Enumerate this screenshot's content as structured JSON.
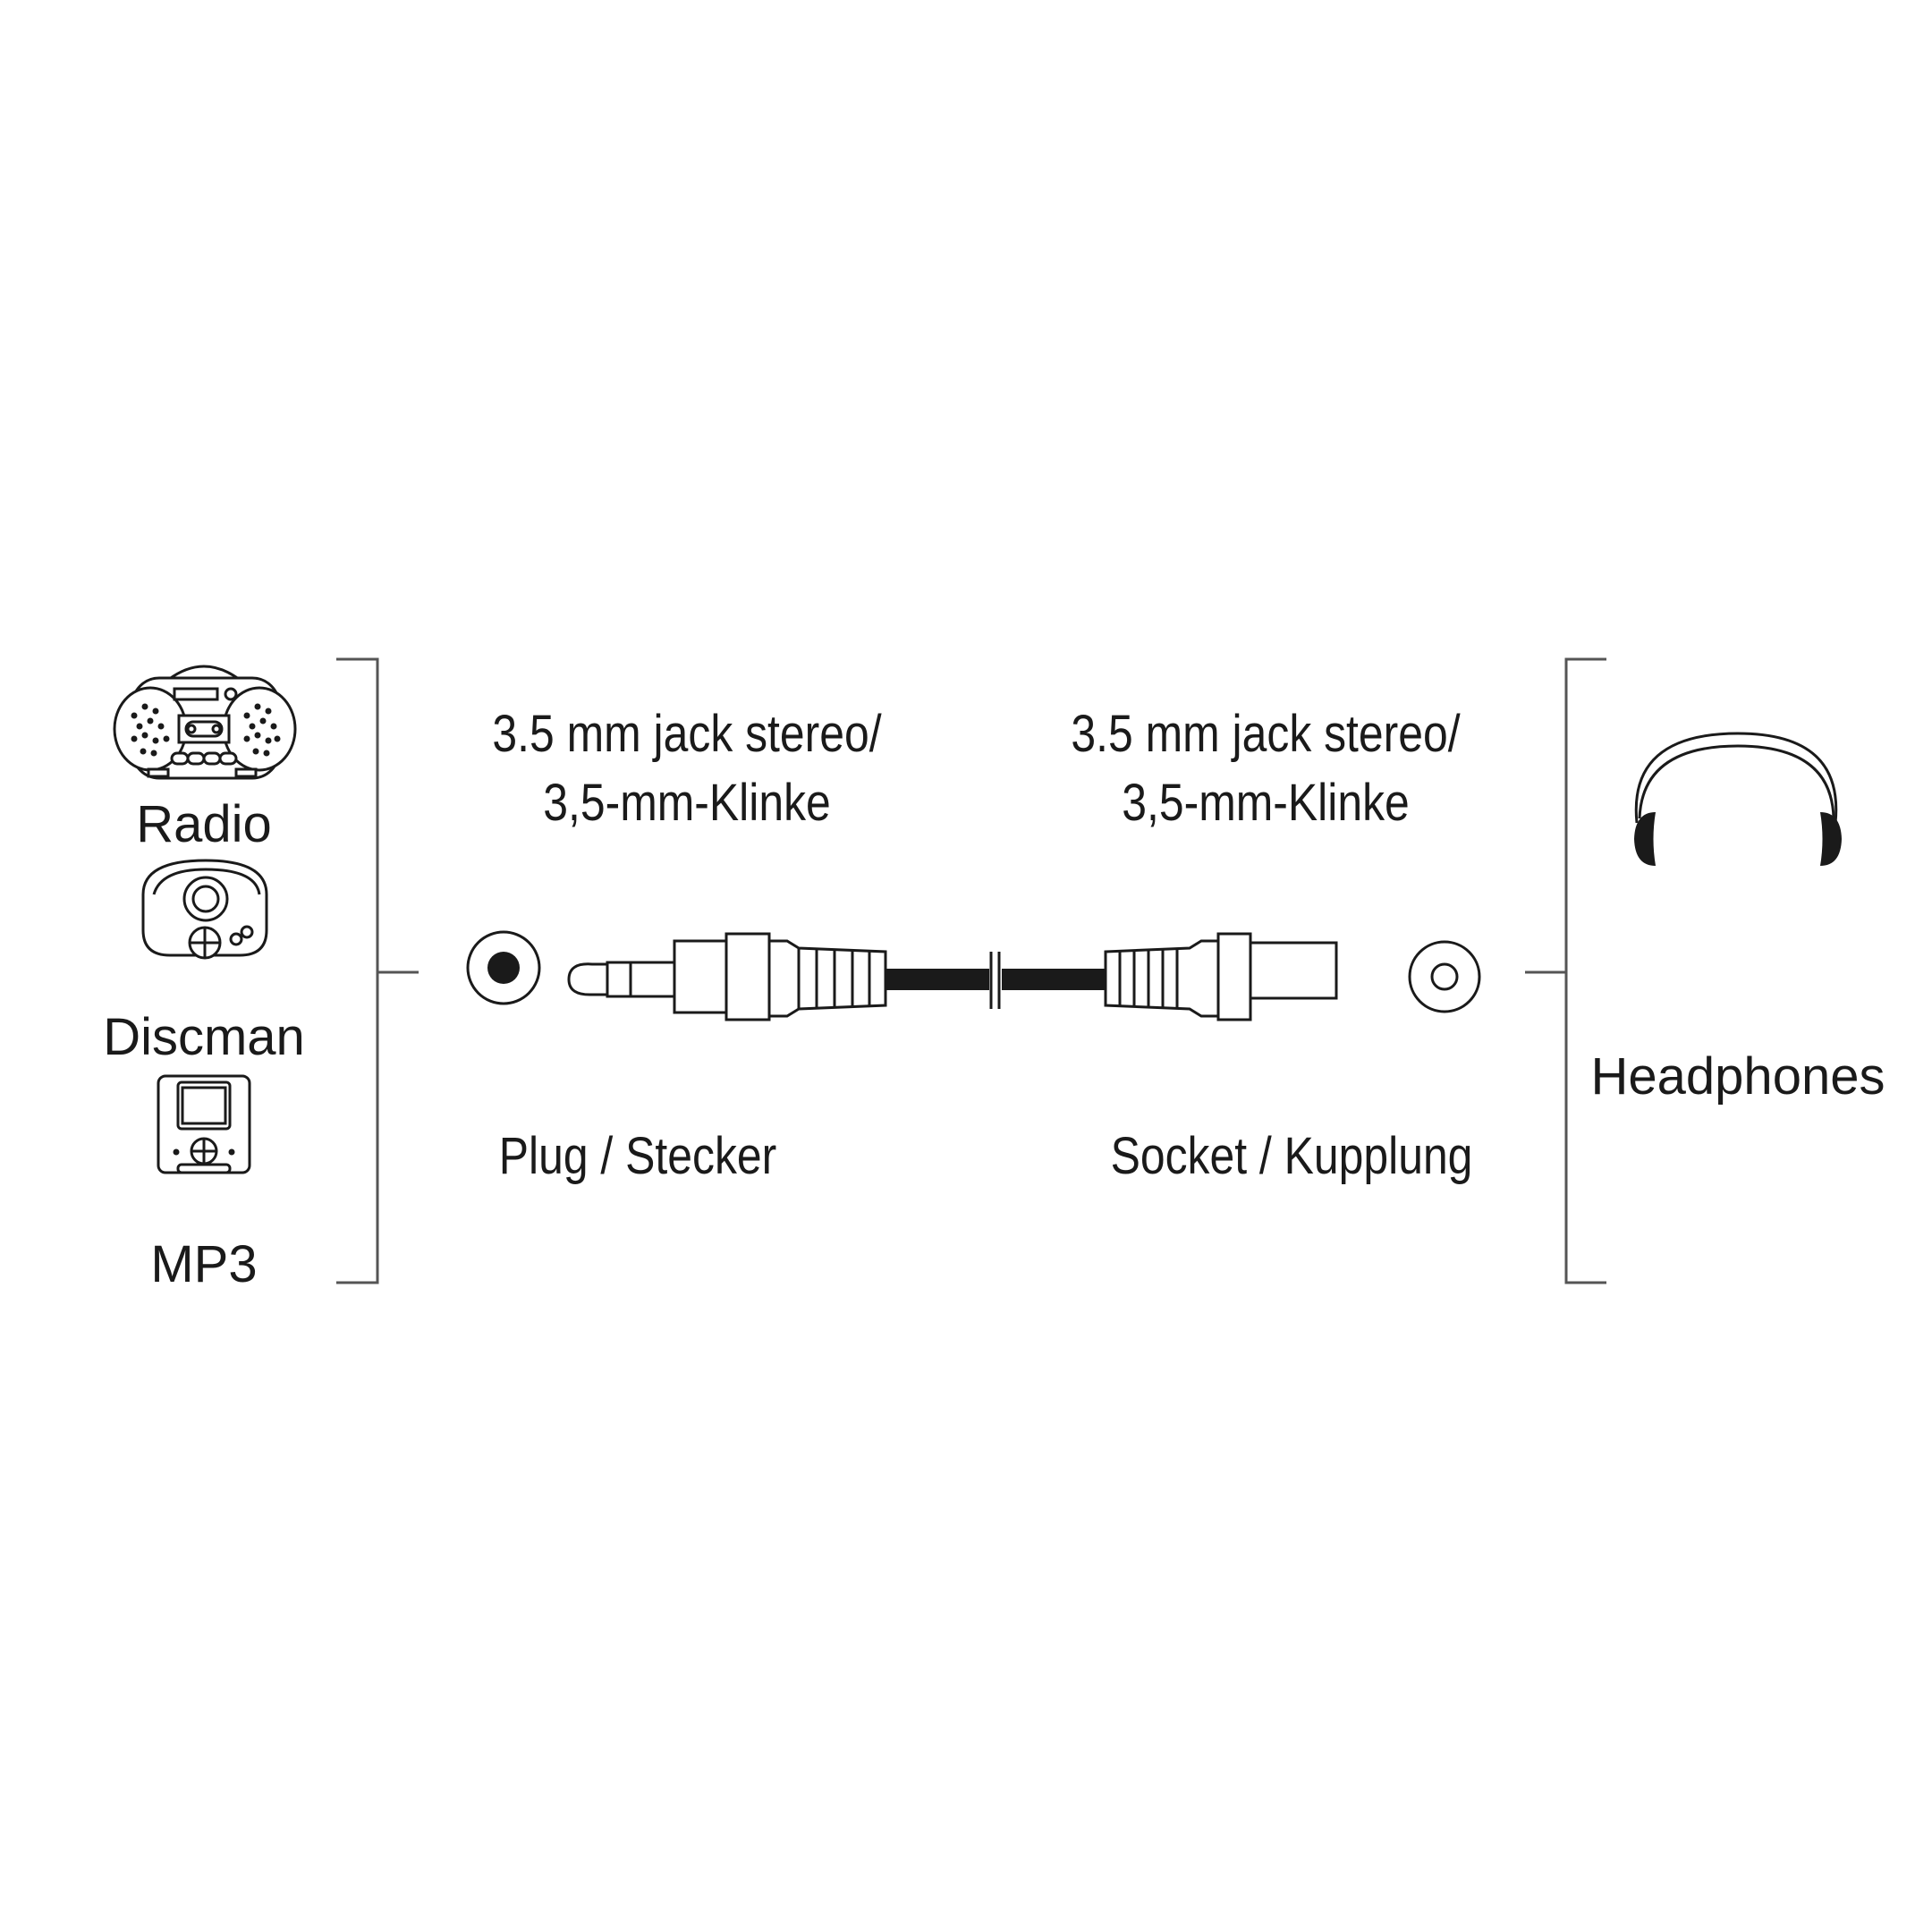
{
  "sources": {
    "items": [
      {
        "label": "Radio",
        "icon": "boombox-icon"
      },
      {
        "label": "Discman",
        "icon": "cd-player-icon"
      },
      {
        "label": "MP3",
        "icon": "mp3-player-icon"
      }
    ]
  },
  "connector_left": {
    "title_line1": "3.5 mm jack stereo/",
    "title_line2": "3,5-mm-Klinke",
    "type_label": "Plug / Stecker"
  },
  "connector_right": {
    "title_line1": "3.5 mm jack stereo/",
    "title_line2": "3,5-mm-Klinke",
    "type_label": "Socket / Kupplung"
  },
  "target": {
    "label": "Headphones",
    "icon": "headphones-icon"
  },
  "colors": {
    "line": "#555555",
    "ink": "#1a1a1a",
    "background": "#ffffff"
  }
}
